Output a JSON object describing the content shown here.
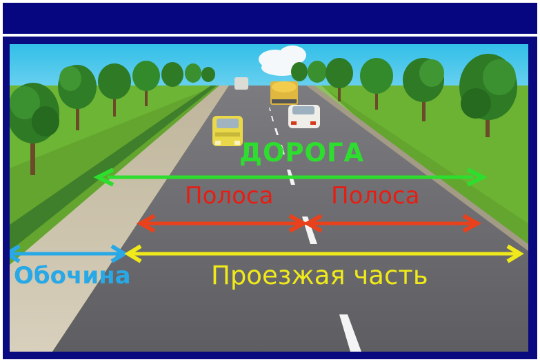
{
  "labels": {
    "road": "ДОРОГА",
    "lane_left": "Полоса",
    "lane_right": "Полоса",
    "shoulder": "Обочина",
    "carriageway": "Проезжая часть"
  },
  "colors": {
    "road_label": "#2ede2e",
    "lane_label": "#e51e14",
    "shoulder_label": "#28a8e6",
    "carriageway_label": "#f0ea1a",
    "header": "#060780",
    "frame": "#090a80"
  }
}
